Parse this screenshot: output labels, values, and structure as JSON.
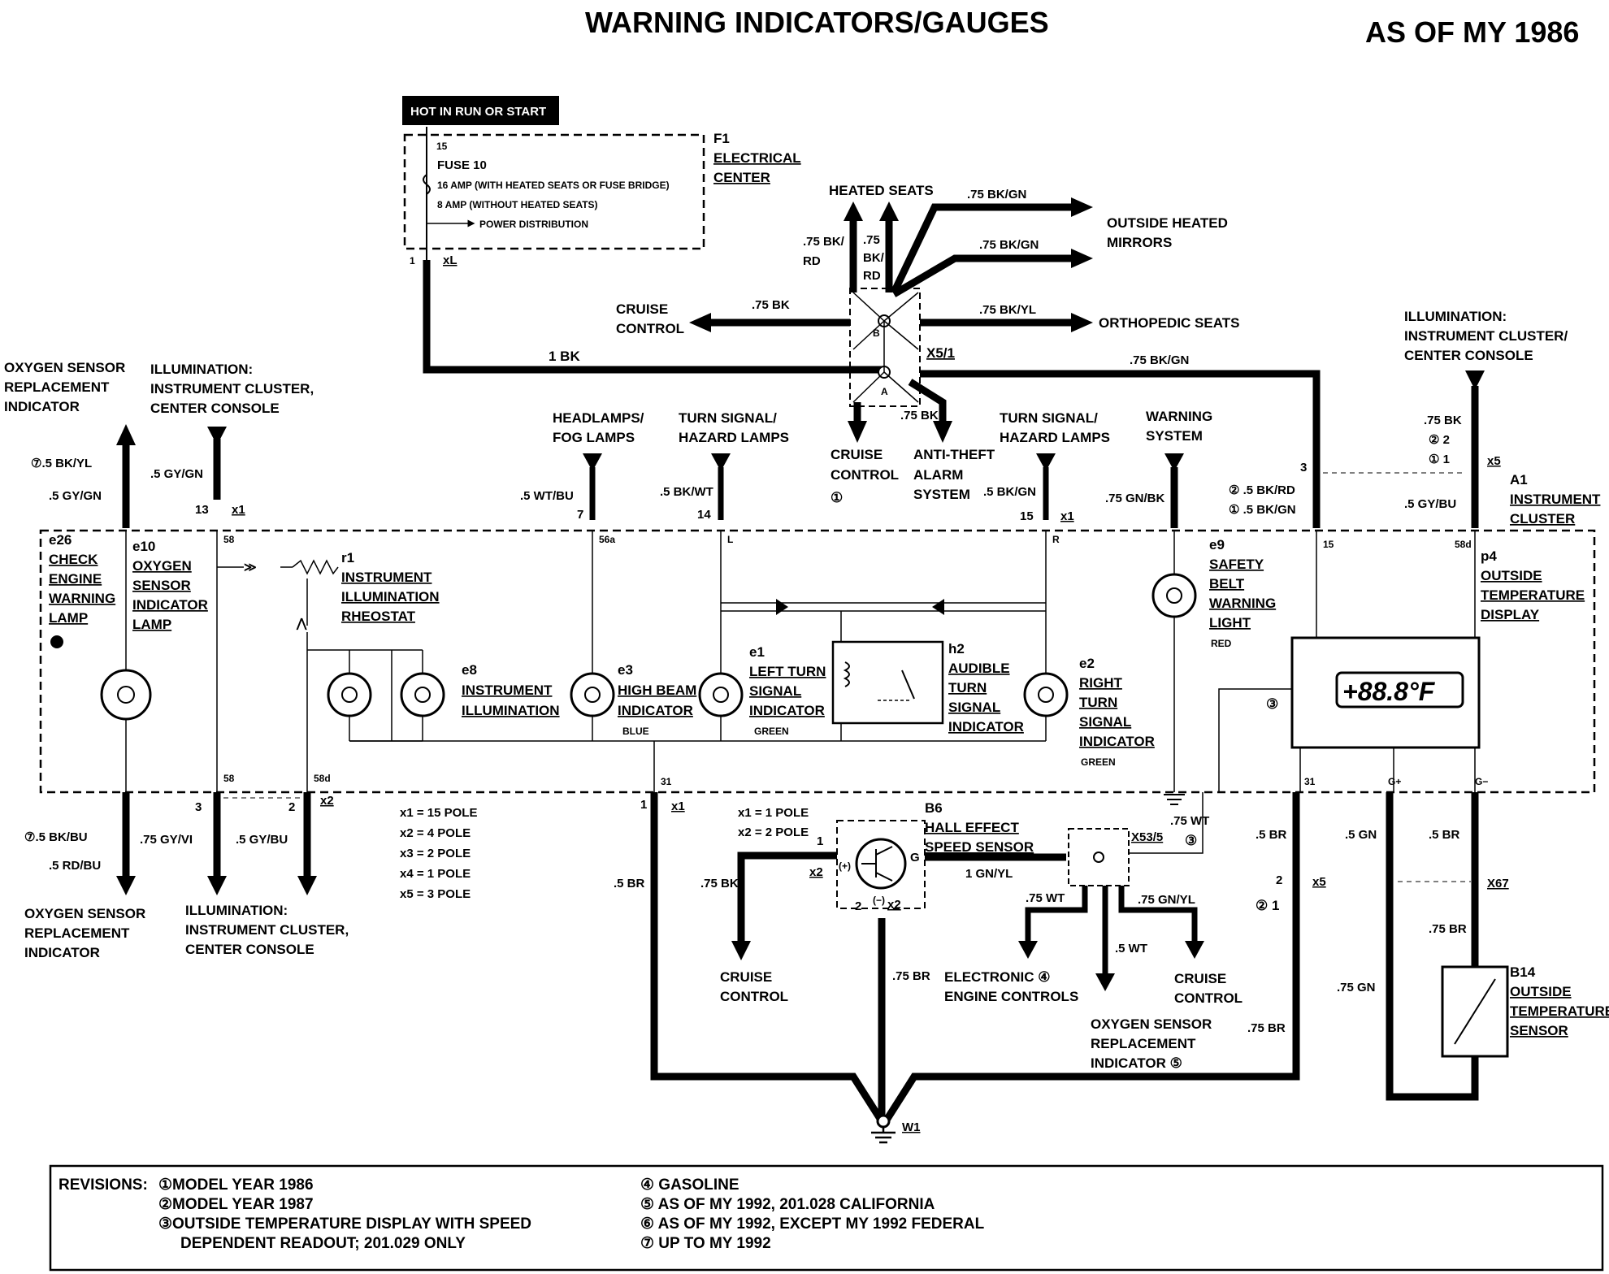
{
  "header": {
    "title": "WARNING INDICATORS/GAUGES",
    "model_year": "AS OF MY 1986"
  },
  "power": {
    "hot_label": "HOT IN RUN OR START",
    "fuse_pin_top": "15",
    "fuse_name": "FUSE 10",
    "fuse_16a": "16 AMP (WITH HEATED SEATS OR FUSE BRIDGE)",
    "fuse_8a": "8 AMP (WITHOUT HEATED SEATS)",
    "power_dist": "POWER DISTRIBUTION",
    "fuse_pin_bottom": "1",
    "fuse_conn": "xL",
    "f1_id": "F1",
    "f1_line1": "ELECTRICAL",
    "f1_line2": "CENTER"
  },
  "splice": {
    "id": "X5/1",
    "pin_a": "A",
    "pin_b": "B",
    "wire_main": "1 BK",
    "wire_cruise": ".75 BK",
    "wire_antitheft": ".75 BK",
    "wire_hs1": ".75 BK/",
    "wire_hs1b": "RD",
    "wire_hs2": ".75",
    "wire_hs2b": "BK/",
    "wire_hs2c": "RD",
    "wire_mirror1": ".75 BK/GN",
    "wire_mirror2": ".75 BK/GN",
    "wire_ortho": ".75 BK/YL",
    "wire_cluster": ".75 BK/GN"
  },
  "destinations": {
    "heated_seats": "HEATED SEATS",
    "outside_mirrors_1": "OUTSIDE HEATED",
    "outside_mirrors_2": "MIRRORS",
    "cruise_1": "CRUISE",
    "cruise_2": "CONTROL",
    "ortho": "ORTHOPEDIC SEATS",
    "cruise_b1": "CRUISE",
    "cruise_b2": "CONTROL",
    "cruise_b_note": "①",
    "antitheft_1": "ANTI-THEFT",
    "antitheft_2": "ALARM",
    "antitheft_3": "SYSTEM"
  },
  "top_left": {
    "o2_1": "OXYGEN SENSOR",
    "o2_2": "REPLACEMENT",
    "o2_3": "INDICATOR",
    "o2_wire1": "⑦.5 BK/YL",
    "o2_wire2": ".5 GY/GN",
    "ill_1": "ILLUMINATION:",
    "ill_2": "INSTRUMENT CLUSTER,",
    "ill_3": "CENTER CONSOLE",
    "ill_wire": ".5 GY/GN",
    "ill_pin": "13",
    "ill_conn": "x1"
  },
  "top_mid": {
    "head_1": "HEADLAMPS/",
    "head_2": "FOG LAMPS",
    "head_wire": ".5 WT/BU",
    "head_pin": "7",
    "turn_l1": "TURN SIGNAL/",
    "turn_l2": "HAZARD LAMPS",
    "turn_l_wire": ".5 BK/WT",
    "turn_l_pin": "14",
    "turn_r1": "TURN SIGNAL/",
    "turn_r2": "HAZARD LAMPS",
    "turn_r_wire": ".5 BK/GN",
    "turn_r_pin": "15",
    "turn_r_conn": "x1",
    "warn_1": "WARNING",
    "warn_2": "SYSTEM",
    "warn_wire": ".75 GN/BK"
  },
  "top_right": {
    "ill_1": "ILLUMINATION:",
    "ill_2": "INSTRUMENT CLUSTER/",
    "ill_3": "CENTER CONSOLE",
    "wire_1": ".75 BK",
    "rev_2": "② 2",
    "rev_1": "① 1",
    "conn": "x5",
    "wire_2": ".5 GY/BU",
    "pin_3": "3",
    "wire_rd": "② .5 BK/RD",
    "wire_gn": "① .5 BK/GN",
    "a1_id": "A1",
    "a1_1": "INSTRUMENT",
    "a1_2": "CLUSTER"
  },
  "cluster": {
    "e26_id": "e26",
    "e26_1": "CHECK",
    "e26_2": "ENGINE",
    "e26_3": "WARNING",
    "e26_4": "LAMP",
    "e10_id": "e10",
    "e10_1": "OXYGEN",
    "e10_2": "SENSOR",
    "e10_3": "INDICATOR",
    "e10_4": "LAMP",
    "r1_id": "r1",
    "r1_1": "INSTRUMENT",
    "r1_2": "ILLUMINATION",
    "r1_3": "RHEOSTAT",
    "e8_id": "e8",
    "e8_1": "INSTRUMENT",
    "e8_2": "ILLUMINATION",
    "e3_id": "e3",
    "e3_1": "HIGH BEAM",
    "e3_2": "INDICATOR",
    "e3_color": "BLUE",
    "e1_id": "e1",
    "e1_1": "LEFT TURN",
    "e1_2": "SIGNAL",
    "e1_3": "INDICATOR",
    "e1_color": "GREEN",
    "h2_id": "h2",
    "h2_1": "AUDIBLE",
    "h2_2": "TURN",
    "h2_3": "SIGNAL",
    "h2_4": "INDICATOR",
    "e2_id": "e2",
    "e2_1": "RIGHT",
    "e2_2": "TURN",
    "e2_3": "SIGNAL",
    "e2_4": "INDICATOR",
    "e2_color": "GREEN",
    "e9_id": "e9",
    "e9_1": "SAFETY",
    "e9_2": "BELT",
    "e9_3": "WARNING",
    "e9_4": "LIGHT",
    "e9_color": "RED",
    "p4_id": "p4",
    "p4_1": "OUTSIDE",
    "p4_2": "TEMPERATURE",
    "p4_3": "DISPLAY",
    "display": "+88.8°F",
    "display_note": "③",
    "pin_58": "58",
    "pin_56a": "56a",
    "pin_L": "L",
    "pin_R": "R",
    "pin_15": "15",
    "pin_58d": "58d",
    "pin_58b": "58",
    "pin_58d_b": "58d",
    "pin_31": "31",
    "pin_31b": "31",
    "pin_gp": "G+",
    "pin_gm": "G−"
  },
  "bottom_left": {
    "o2_wire1": "⑦.5 BK/BU",
    "o2_wire2": ".5 RD/BU",
    "o2_1": "OXYGEN SENSOR",
    "o2_2": "REPLACEMENT",
    "o2_3": "INDICATOR",
    "wire_gy_vi": ".75 GY/VI",
    "wire_gy_bu": ".5 GY/BU",
    "pin_3": "3",
    "pin_2": "2",
    "conn": "x2",
    "ill_1": "ILLUMINATION:",
    "ill_2": "INSTRUMENT CLUSTER,",
    "ill_3": "CENTER CONSOLE",
    "poles": [
      "x1 = 15 POLE",
      "x2 = 4 POLE",
      "x3 = 2 POLE",
      "x4 = 1 POLE",
      "x5 = 3 POLE"
    ]
  },
  "bottom_mid": {
    "pin_1": "1",
    "conn_x1": "x1",
    "wire_br": ".5 BR",
    "pole_1": "x1 = 1 POLE",
    "pole_2": "x2 = 2 POLE",
    "b6_id": "B6",
    "b6_1": "HALL EFFECT",
    "b6_2": "SPEED SENSOR",
    "b6_pin1": "1",
    "b6_plus": "(+)",
    "b6_g": "G",
    "b6_minus": "(−)",
    "b6_pin2": "2",
    "b6_x2a": "x2",
    "b6_x2b": "x2",
    "wire_75bk": ".75 BK",
    "wire_75br": ".75 BR",
    "wire_gnyl": "1 GN/YL",
    "cruise_1": "CRUISE",
    "cruise_2": "CONTROL",
    "x53": "X53/5",
    "wire_75wt": ".75 WT",
    "note3": "③",
    "wire_75wt2": ".75 WT",
    "wire_5wt": ".5 WT",
    "wire_75gnyl": ".75 GN/YL",
    "ec_1": "ELECTRONIC ④",
    "ec_2": "ENGINE CONTROLS",
    "cruise2_1": "CRUISE",
    "cruise2_2": "CONTROL",
    "o2_1": "OXYGEN SENSOR",
    "o2_2": "REPLACEMENT",
    "o2_3": "INDICATOR ⑤",
    "w1": "W1"
  },
  "bottom_right": {
    "wire_5br": ".5 BR",
    "pin_2": "2",
    "conn_x5": "x5",
    "rev_21": "② 1",
    "wire_75br": ".75 BR",
    "wire_5gn": ".5 GN",
    "wire_5br2": ".5 BR",
    "x67": "X67",
    "wire_75br2": ".75 BR",
    "wire_75gn": ".75 GN",
    "b14_id": "B14",
    "b14_1": "OUTSIDE",
    "b14_2": "TEMPERATURE",
    "b14_3": "SENSOR"
  },
  "revisions": {
    "label": "REVISIONS:",
    "items": [
      "①MODEL YEAR 1986",
      "②MODEL YEAR 1987",
      "③OUTSIDE TEMPERATURE DISPLAY WITH SPEED",
      "DEPENDENT READOUT; 201.029 ONLY",
      "④ GASOLINE",
      "⑤ AS OF MY 1992, 201.028 CALIFORNIA",
      "⑥ AS OF MY 1992, EXCEPT MY 1992 FEDERAL",
      "⑦ UP TO MY 1992"
    ]
  }
}
